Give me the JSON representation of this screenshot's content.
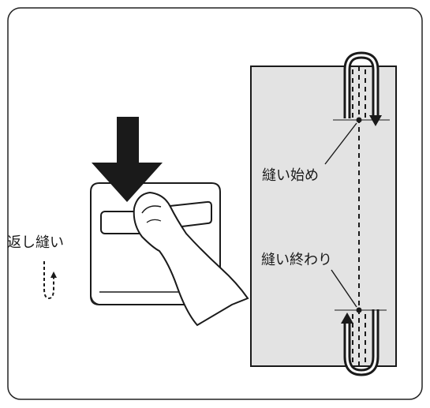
{
  "labels": {
    "reverse_stitch": "返し縫い",
    "sewing_start": "縫い始め",
    "sewing_end": "縫い終わり"
  },
  "colors": {
    "fabric": "#e3e3e3",
    "ink": "#1a1a1a",
    "frame": "#222222",
    "background": "#ffffff"
  },
  "icons": [
    "down-arrow-icon",
    "reverse-stitch-icon",
    "finger-icon"
  ]
}
